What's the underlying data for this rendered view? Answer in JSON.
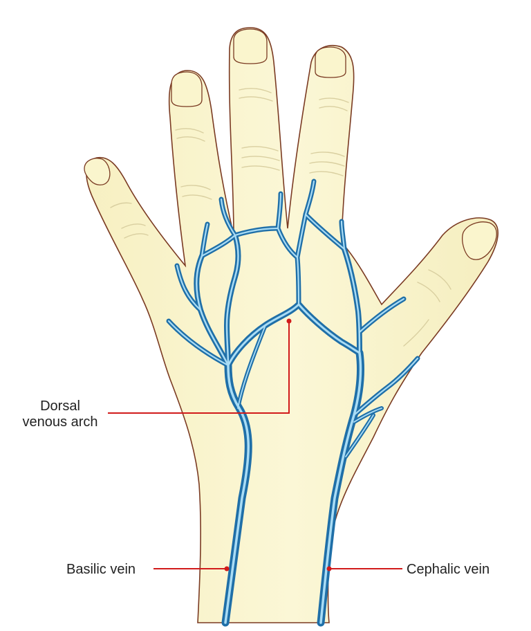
{
  "labels": {
    "dorsal_arch_line1": "Dorsal",
    "dorsal_arch_line2": "venous arch",
    "basilic_vein": "Basilic vein",
    "cephalic_vein": "Cephalic vein"
  },
  "colors": {
    "skin": "#faf5cd",
    "outline": "#7a3a22",
    "crease": "#d9cfa0",
    "vein_outer": "#1f6fa8",
    "vein_inner": "#a9dcf5",
    "leader": "#d11a1a"
  }
}
